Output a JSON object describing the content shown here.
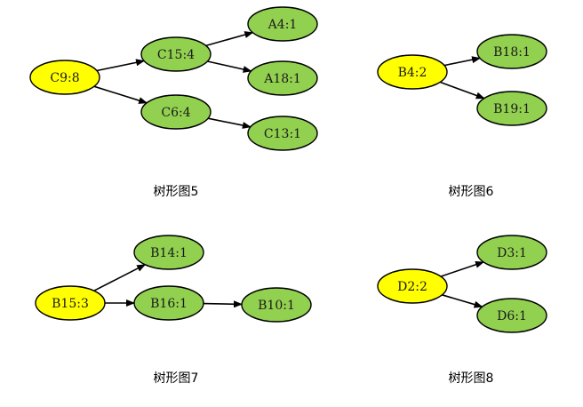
{
  "colors": {
    "root_fill": "#ffff00",
    "child_fill": "#92d050",
    "stroke": "#000000",
    "edge": "#000000"
  },
  "trees": [
    {
      "caption": "树形图5",
      "nodes": [
        {
          "id": "C9",
          "label": "C9:8",
          "role": "root"
        },
        {
          "id": "C15",
          "label": "C15:4",
          "role": "child"
        },
        {
          "id": "C6",
          "label": "C6:4",
          "role": "child"
        },
        {
          "id": "A4",
          "label": "A4:1",
          "role": "child"
        },
        {
          "id": "A18",
          "label": "A18:1",
          "role": "child"
        },
        {
          "id": "C13",
          "label": "C13:1",
          "role": "child"
        }
      ],
      "edges": [
        [
          "C9",
          "C15"
        ],
        [
          "C9",
          "C6"
        ],
        [
          "C15",
          "A4"
        ],
        [
          "C15",
          "A18"
        ],
        [
          "C6",
          "C13"
        ]
      ]
    },
    {
      "caption": "树形图6",
      "nodes": [
        {
          "id": "B4",
          "label": "B4:2",
          "role": "root"
        },
        {
          "id": "B18",
          "label": "B18:1",
          "role": "child"
        },
        {
          "id": "B19",
          "label": "B19:1",
          "role": "child"
        }
      ],
      "edges": [
        [
          "B4",
          "B18"
        ],
        [
          "B4",
          "B19"
        ]
      ]
    },
    {
      "caption": "树形图7",
      "nodes": [
        {
          "id": "B15",
          "label": "B15:3",
          "role": "root"
        },
        {
          "id": "B14",
          "label": "B14:1",
          "role": "child"
        },
        {
          "id": "B16",
          "label": "B16:1",
          "role": "child"
        },
        {
          "id": "B10",
          "label": "B10:1",
          "role": "child"
        }
      ],
      "edges": [
        [
          "B15",
          "B14"
        ],
        [
          "B15",
          "B16"
        ],
        [
          "B16",
          "B10"
        ]
      ]
    },
    {
      "caption": "树形图8",
      "nodes": [
        {
          "id": "D2",
          "label": "D2:2",
          "role": "root"
        },
        {
          "id": "D3",
          "label": "D3:1",
          "role": "child"
        },
        {
          "id": "D6",
          "label": "D6:1",
          "role": "child"
        }
      ],
      "edges": [
        [
          "D2",
          "D3"
        ],
        [
          "D2",
          "D6"
        ]
      ]
    }
  ]
}
